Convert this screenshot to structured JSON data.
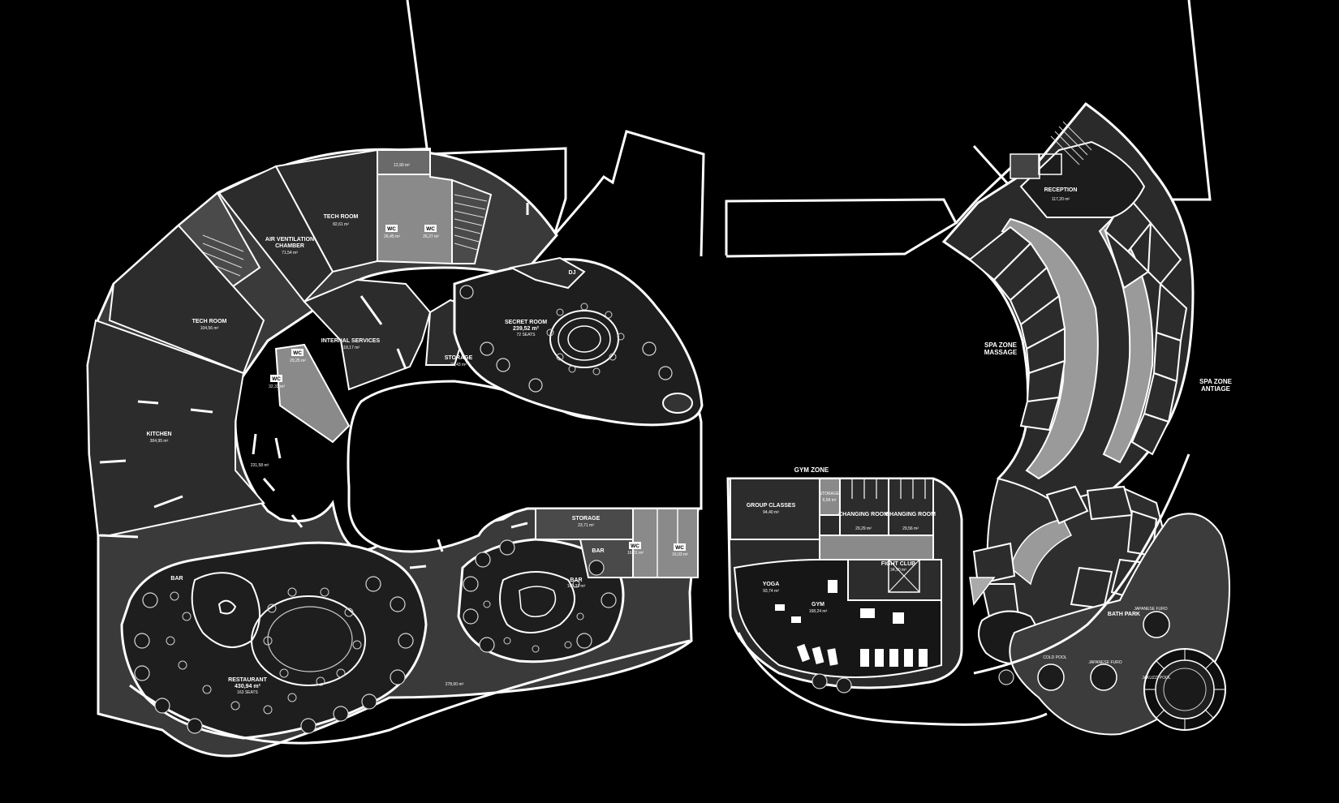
{
  "zones": {
    "gym": "GYM ZONE",
    "spa_massage_1": "SPA ZONE",
    "spa_massage_2": "MASSAGE",
    "spa_antiage_1": "SPA ZONE",
    "spa_antiage_2": "ANTIAGE"
  },
  "rooms": {
    "tech_room_1": {
      "name": "TECH ROOM",
      "area": "82,61 m²"
    },
    "tech_room_2": {
      "name": "TECH ROOM",
      "area": "104,56 m²"
    },
    "air_ventilation": {
      "name_1": "AIR VENTILATION",
      "name_2": "CHAMBER",
      "area": "71,54 m²"
    },
    "kitchen": {
      "name": "KITCHEN",
      "area": "304,95 m²"
    },
    "internal_services": {
      "name": "INTERNAL SERVICES",
      "area": "118,17 m²"
    },
    "storage_1": {
      "name": "STORAGE",
      "area": "23,43 m²"
    },
    "storage_2": {
      "name": "STORAGE",
      "area": "23,71 m²"
    },
    "secret_room": {
      "name": "SECRET ROOM",
      "area": "239,52 m²",
      "seats": "72 SEATS"
    },
    "dj": {
      "name": "DJ"
    },
    "restaurant": {
      "name": "RESTAURANT",
      "area": "430,94 m²",
      "seats": "163 SEATS"
    },
    "bar_1": {
      "name": "BAR"
    },
    "bar_2": {
      "name": "BAR"
    },
    "bar_3": {
      "name": "BAR",
      "area": "183,33 m²"
    },
    "small_area": {
      "area": "12,90 m²"
    },
    "corridor": {
      "area": "231,58 m²"
    },
    "terrace": {
      "area": "278,00 m²"
    },
    "wc_1": {
      "name": "WC",
      "area": "26,45 m²"
    },
    "wc_2": {
      "name": "WC",
      "area": "26,27 m²"
    },
    "wc_3": {
      "name": "WC",
      "area": "29,25 m²"
    },
    "wc_4": {
      "name": "WC",
      "area": "32,33 m²"
    },
    "wc_5": {
      "name": "WC",
      "area": "16,01 m²"
    },
    "wc_6": {
      "name": "WC",
      "area": "16,03 m²"
    },
    "group_classes": {
      "name": "GROUP CLASSES",
      "area": "94,40 m²"
    },
    "storage_gym": {
      "name": "STORAGE",
      "area": "6,58 m²"
    },
    "changing_1": {
      "name": "CHANGING ROOM",
      "area": "29,29 m²"
    },
    "changing_2": {
      "name": "CHANGING ROOM",
      "area": "29,56 m²"
    },
    "fight_club": {
      "name": "FIGHT CLUB",
      "area": "34,90 m²"
    },
    "yoga": {
      "name": "YOGA",
      "area": "93,74 m²"
    },
    "gym": {
      "name": "GYM",
      "area": "168,24 m²"
    },
    "reception": {
      "name": "RECEPTION",
      "area": "117,20 m²"
    },
    "bath_park": {
      "name": "BATH PARK"
    },
    "cold_pool": {
      "name": "COLD POOL"
    },
    "japanese_furo_1": {
      "name": "JAPANESE FURO"
    },
    "japanese_furo_2": {
      "name": "JAPANESE FURO"
    },
    "jakuzzi_pool": {
      "name": "JAKUZZI POOL"
    }
  },
  "colors": {
    "background": "#000000",
    "wall": "#ffffff",
    "room_dark": "#2c2c2c",
    "room_mid": "#4a4a4a",
    "room_light": "#8a8a8a"
  }
}
